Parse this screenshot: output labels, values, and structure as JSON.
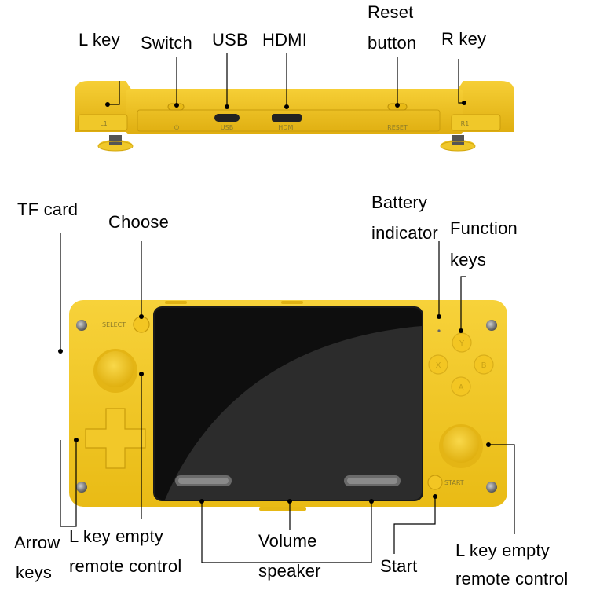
{
  "callouts": {
    "l_key": "L key",
    "switch": "Switch",
    "usb": "USB",
    "hdmi": "HDMI",
    "reset_line1": "Reset",
    "reset_line2": "button",
    "r_key": "R key",
    "tf_card": "TF card",
    "choose": "Choose",
    "battery_line1": "Battery",
    "battery_line2": "indicator",
    "function_line1": "Function",
    "function_line2": "keys",
    "arrow_line1": "Arrow",
    "arrow_line2": "keys",
    "lkey_empty_left_line1": "L key empty",
    "lkey_empty_left_line2": "remote control",
    "volume": "Volume",
    "speaker": "speaker",
    "start": "Start",
    "lkey_empty_right_line1": "L key empty",
    "lkey_empty_right_line2": "remote control"
  },
  "device_labels": {
    "l1": "L1",
    "r1": "R1",
    "usb_port": "USB",
    "hdmi_port": "HDMI",
    "reset_port": "RESET",
    "power_glyph": "⏻",
    "select": "SELECT",
    "start": "START",
    "btn_y": "Y",
    "btn_x": "X",
    "btn_b": "B",
    "btn_a": "A"
  },
  "colors": {
    "body": "#f3c623",
    "body_shadow": "#e2b412",
    "screen": "#111111"
  }
}
